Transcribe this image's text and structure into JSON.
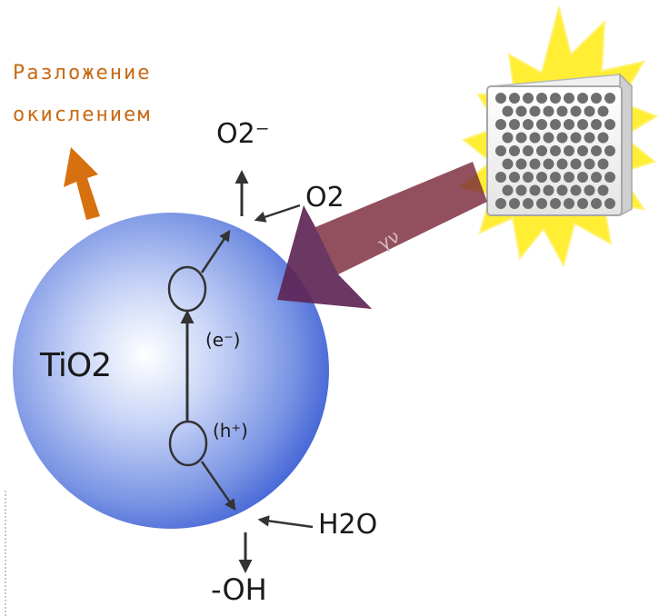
{
  "diagram": {
    "caption": {
      "line1": "Разложение",
      "line2": "окислением"
    },
    "particle": {
      "label": "TiO2"
    },
    "electron_label": "(e⁻)",
    "hole_label": "(h⁺)",
    "products": {
      "superoxide": "O2⁻",
      "oxygen": "O2",
      "water": "H2O",
      "hydroxyl": "-OH"
    },
    "light": {
      "label": "γν"
    },
    "colors": {
      "sphere": "#4e72dc",
      "caption": "#c96a14",
      "photon_arrow": "#7a2a3a",
      "sun": "#ffee33"
    },
    "icons": [
      "lamp-icon",
      "sun-burst-icon",
      "photon-arrow-icon",
      "oxidation-arrow-icon"
    ]
  }
}
